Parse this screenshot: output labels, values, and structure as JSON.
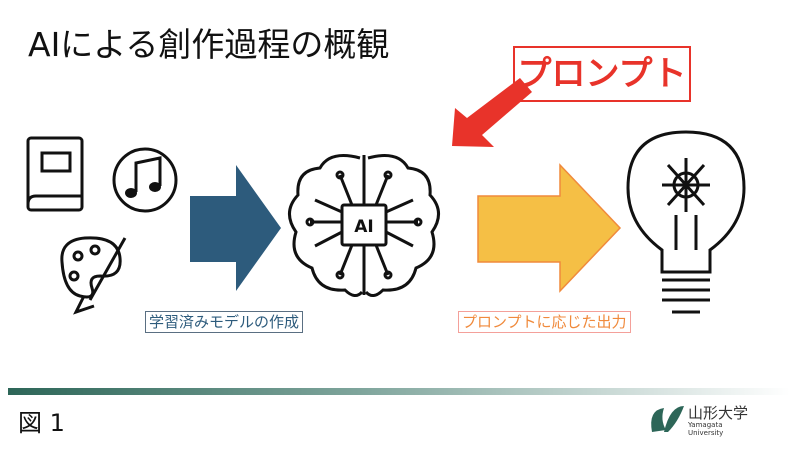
{
  "slide": {
    "title": "AIによる創作過程の概観",
    "prompt_label": "プロンプト",
    "label_training": "学習済みモデルの作成",
    "label_output": "プロンプトに応じた出力",
    "chip_text": "AI",
    "figure_label": "図 1"
  },
  "logo": {
    "name_jp": "山形大学",
    "name_en": "Yamagata University"
  },
  "colors": {
    "accent_red": "#e8332a",
    "arrow_blue": "#2d5b7c",
    "arrow_yellow": "#f5bf45",
    "output_orange": "#f08a3c",
    "brand_green": "#2d6658"
  }
}
